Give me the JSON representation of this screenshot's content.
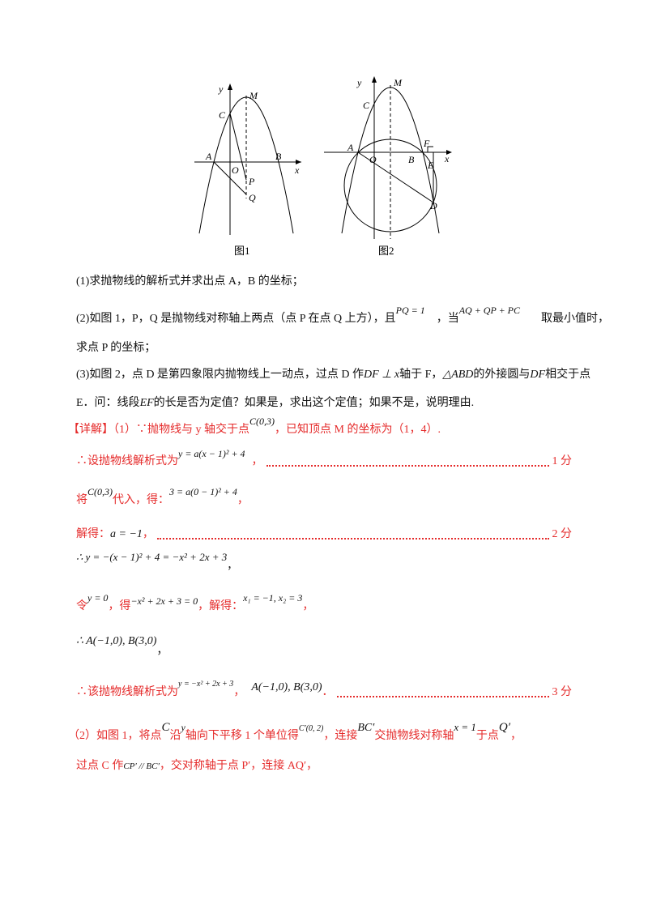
{
  "figures": {
    "fig1": {
      "caption": "图1",
      "labels": {
        "y": "y",
        "x": "x",
        "M": "M",
        "C": "C",
        "A": "A",
        "O": "O",
        "B": "B",
        "P": "P",
        "Q": "Q"
      }
    },
    "fig2": {
      "caption": "图2",
      "labels": {
        "y": "y",
        "x": "x",
        "M": "M",
        "C": "C",
        "A": "A",
        "O": "O",
        "B": "B",
        "F": "F",
        "E": "E",
        "D": "D"
      }
    }
  },
  "question": {
    "q1": "(1)求抛物线的解析式并求出点 A，B 的坐标；",
    "q2a": "(2)如图 1，P，Q 是抛物线对称轴上两点（点 P 在点 Q 上方），且",
    "q2_pq": "PQ = 1",
    "q2b": "，当",
    "q2_expr": "AQ + QP + PC",
    "q2c": "取最小值时，",
    "q2d": "求点 P 的坐标；",
    "q3a": "(3)如图 2，点 D 是第四象限内抛物线上一动点，过点 D 作",
    "q3_df": "DF ⊥ x",
    "q3b": "轴于 F，",
    "q3_abd": "△ABD",
    "q3c": "的外接圆与",
    "q3_df2": "DF",
    "q3d": "相交于点",
    "q3e": "E．问：线段",
    "q3_ef": "EF",
    "q3f": "的长是否为定值？如果是，求出这个定值；如果不是，说明理由."
  },
  "solution": {
    "l1a": "【详解】（1）∵抛物线与 y 轴交于点",
    "l1_c": "C(0,3)",
    "l1b": "，已知顶点 M 的坐标为（1，4）.",
    "l2a": "∴设抛物线解析式为",
    "l2_eq": "y = a(x − 1)² + 4",
    "l2b": "，",
    "score1": "1 分",
    "l3a": "将",
    "l3_c": "C(0,3)",
    "l3b": "代入，得：",
    "l3_eq": "3 = a(0 − 1)² + 4",
    "l3c": "，",
    "l4a": "解得：",
    "l4_eq": "a = −1",
    "l4b": "，",
    "score2": "2 分",
    "l5_eq": "∴ y = −(x − 1)² + 4 = −x² + 2x + 3",
    "l5b": "，",
    "l6a": "令",
    "l6_eq1": "y = 0",
    "l6b": "，得",
    "l6_eq2": "−x² + 2x + 3 = 0",
    "l6c": "，解得：",
    "l6_eq3": "x₁ = −1, x₂ = 3",
    "l6d": "，",
    "l7_eq": "∴ A(−1,0), B(3,0)",
    "l7b": "，",
    "l8a": "∴该抛物线解析式为",
    "l8_eq": "y = −x² + 2x + 3",
    "l8b": "，",
    "l8_eq2": "A(−1,0), B(3,0)",
    "l8c": "．",
    "score3": "3 分",
    "l9a": "（2）如图 1，将点",
    "l9_c": "C",
    "l9b": "沿",
    "l9_y": "y",
    "l9c": "轴向下平移 1 个单位得",
    "l9_c2": "C′(0, 2)",
    "l9d": "，连接",
    "l9_bc": "BC′",
    "l9e": "交抛物线对称轴",
    "l9_x1": "x = 1",
    "l9f": "于点",
    "l9_q": "Q′",
    "l9g": "，",
    "l10a": "过点 C 作",
    "l10_eq": "CP′ // BC′",
    "l10b": "，交对称轴于点 P′，连接 AQ′，"
  },
  "colors": {
    "answer_text": "#e52b2b",
    "body_text": "#111111"
  }
}
